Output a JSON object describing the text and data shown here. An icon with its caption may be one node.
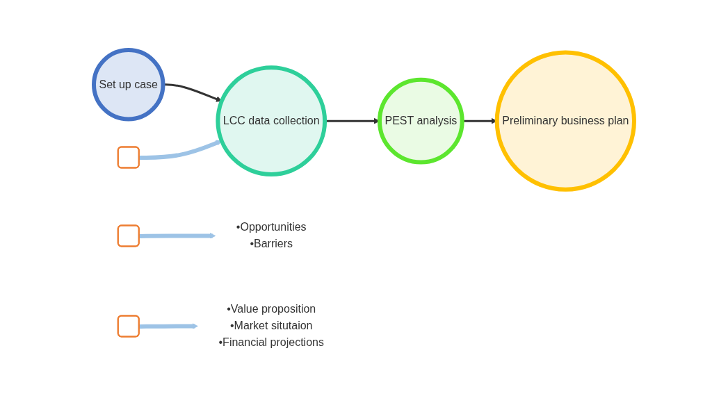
{
  "diagram": {
    "nodes": [
      {
        "text": [
          "Set up case"
        ]
      },
      {
        "text": [
          "LCC data collection"
        ]
      },
      {
        "text": [
          "PEST analysis"
        ]
      },
      {
        "text": [
          "Preliminary business plan"
        ]
      },
      {
        "text": [
          "•Opportunities",
          "•Barriers"
        ]
      },
      {
        "text": [
          "•Value proposition",
          "•Market situtaion",
          "•Financial projections"
        ]
      },
      {
        "text": [],
        "shape": "box"
      },
      {
        "text": [],
        "shape": "box"
      },
      {
        "text": [],
        "shape": "box"
      }
    ],
    "edges": [
      {
        "from": 0,
        "to": 1,
        "arrow": "to"
      },
      {
        "from": 1,
        "to": 2,
        "arrow": "to"
      },
      {
        "from": 2,
        "to": 3,
        "arrow": "to"
      },
      {
        "from": 6,
        "to": 1,
        "arrow": "to",
        "style": "thick",
        "color": "#9dc3e6"
      },
      {
        "from": 7,
        "to": 4,
        "arrow": "to",
        "style": "thick",
        "color": "#9dc3e6"
      },
      {
        "from": 8,
        "to": 5,
        "arrow": "to",
        "style": "thick",
        "color": "#9dc3e6"
      }
    ]
  }
}
